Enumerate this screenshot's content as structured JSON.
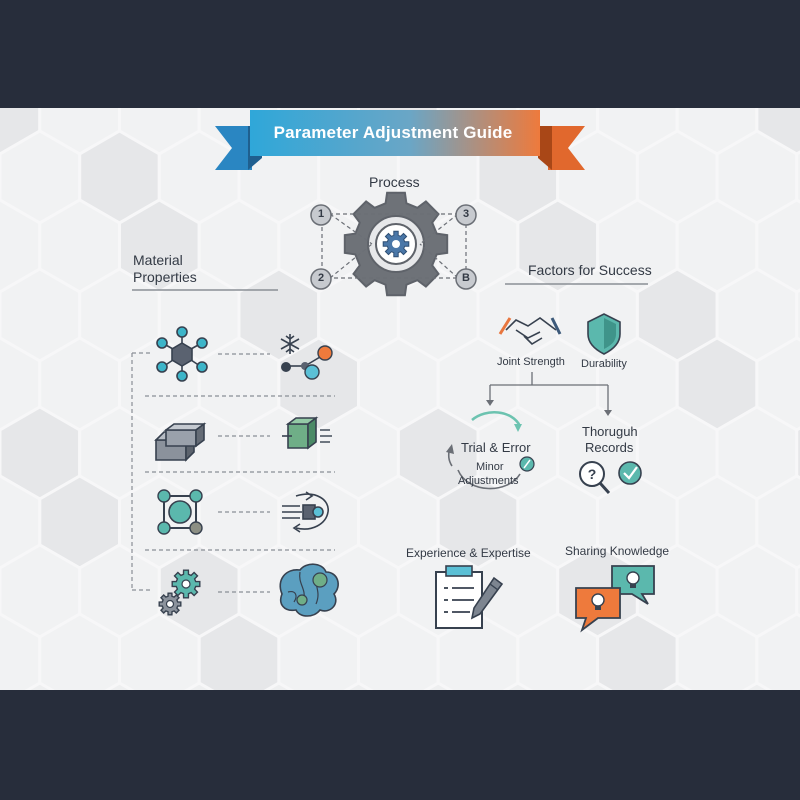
{
  "banner": {
    "title": "Parameter Adjustment Guide"
  },
  "process": {
    "title": "Process",
    "steps": [
      "1",
      "3",
      "2",
      "B"
    ]
  },
  "material": {
    "title_line1": "Material",
    "title_line2": "Properties"
  },
  "factors": {
    "title": "Factors for Success",
    "joint_strength": "Joint Strength",
    "durability": "Durability",
    "trial_error": "Trial & Error",
    "minor_line1": "Minor",
    "minor_line2": "Adjustments",
    "records_line1": "Thoruguh",
    "records_line2": "Records",
    "experience": "Experience & Expertise",
    "sharing": "Sharing Knowledge"
  },
  "colors": {
    "frame": "#272d3b",
    "panel": "#eeeff0",
    "teal": "#5bb8ad",
    "blue": "#2f9fd4",
    "orange": "#e8763e",
    "slate": "#4b5563",
    "gear": "#6e7278"
  }
}
